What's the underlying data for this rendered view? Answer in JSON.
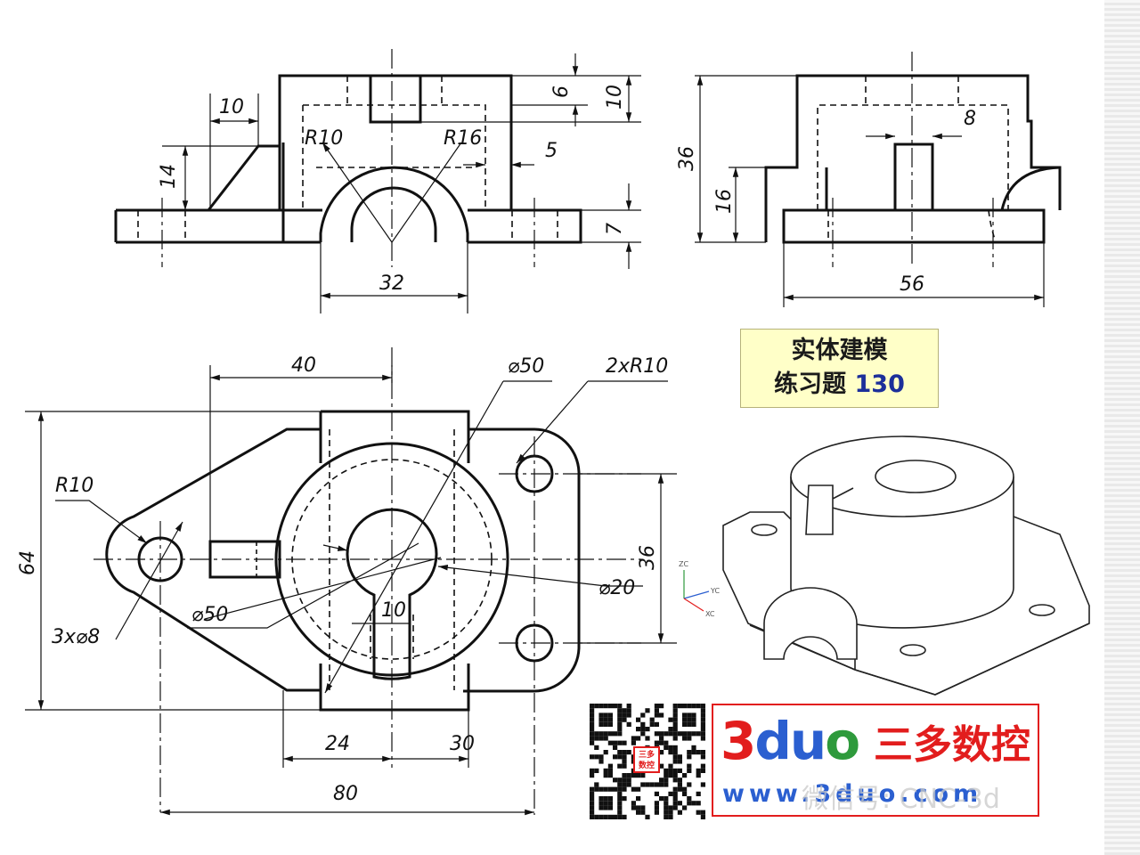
{
  "dimensions": {
    "front": [
      "10",
      "14",
      "R10",
      "R16",
      "6",
      "10",
      "5",
      "7",
      "32"
    ],
    "side": [
      "36",
      "16",
      "8",
      "56"
    ],
    "top": [
      "40",
      "⌀50",
      "2xR10",
      "R10",
      "64",
      "36",
      "⌀20",
      "⌀50",
      "10",
      "3x⌀8",
      "24",
      "30",
      "80"
    ]
  },
  "title": {
    "line1": "实体建模",
    "line2": "练习题",
    "number": "130"
  },
  "axes": {
    "zc": "ZC",
    "yc": "YC",
    "xc": "XC"
  },
  "qr_badge": "三多数控",
  "brand": {
    "logo_3": "3",
    "logo_d": "d",
    "logo_u": "u",
    "logo_o": "o",
    "name_cn": "三多数控",
    "url": "www.3duo.com",
    "colors": {
      "red": "#e21d1d",
      "blue": "#2b5fd0",
      "green": "#2e9a3c",
      "gray": "#555555"
    }
  },
  "watermark": "微信号: CNC-3d"
}
